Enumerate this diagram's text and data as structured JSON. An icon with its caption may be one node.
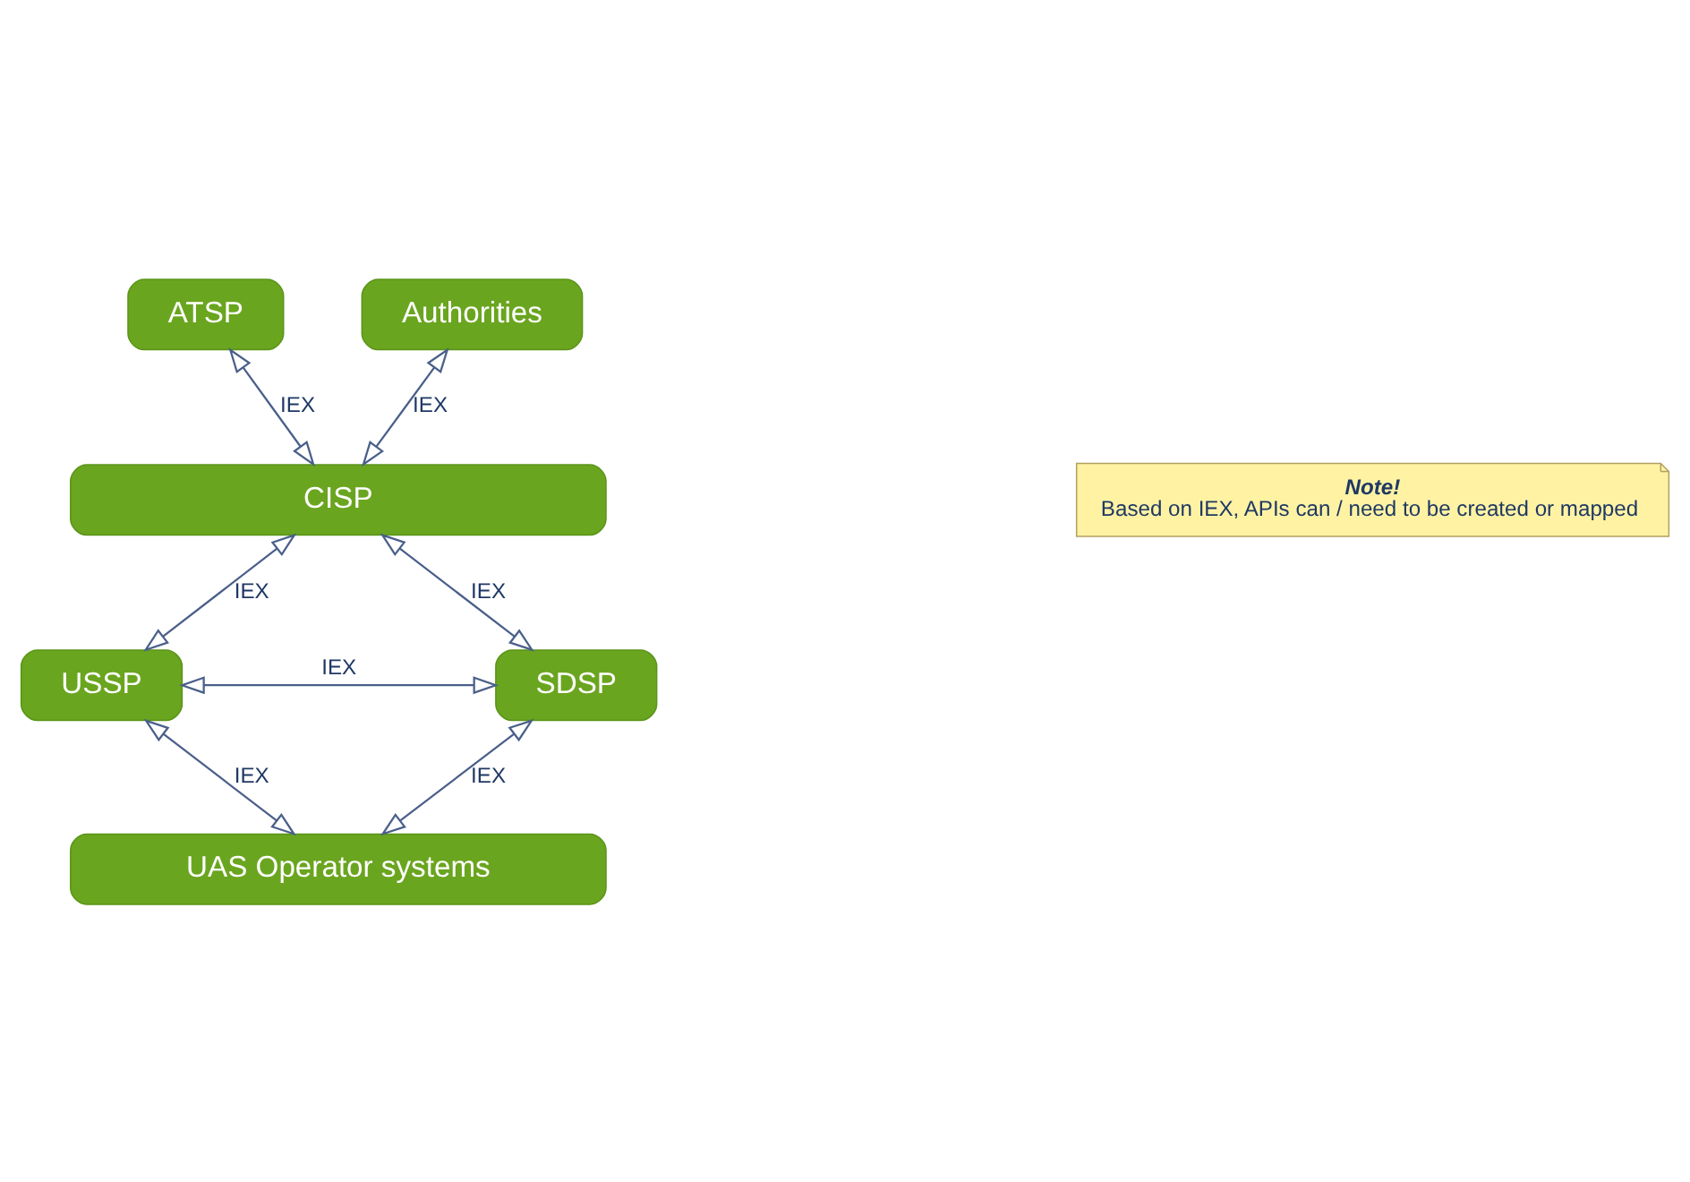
{
  "diagram": {
    "nodes": [
      {
        "text": [
          "ATSP"
        ]
      },
      {
        "text": [
          "Authorities"
        ]
      },
      {
        "text": [
          "CISP"
        ]
      },
      {
        "text": [
          "USSP"
        ]
      },
      {
        "text": [
          "SDSP"
        ]
      },
      {
        "text": [
          "UAS Operator systems"
        ]
      },
      {
        "text": [
          "Note!",
          "Based on IEX, APIs can / need to be created or mapped"
        ]
      }
    ],
    "edges": [
      {
        "from": 0,
        "to": 2,
        "arrow": "both",
        "label": "IEX"
      },
      {
        "from": 1,
        "to": 2,
        "arrow": "both",
        "label": "IEX"
      },
      {
        "from": 2,
        "to": 3,
        "arrow": "both",
        "label": "IEX"
      },
      {
        "from": 2,
        "to": 4,
        "arrow": "both",
        "label": "IEX"
      },
      {
        "from": 3,
        "to": 4,
        "arrow": "both",
        "label": "IEX"
      },
      {
        "from": 3,
        "to": 5,
        "arrow": "both",
        "label": "IEX"
      },
      {
        "from": 4,
        "to": 5,
        "arrow": "both",
        "label": "IEX"
      }
    ]
  }
}
